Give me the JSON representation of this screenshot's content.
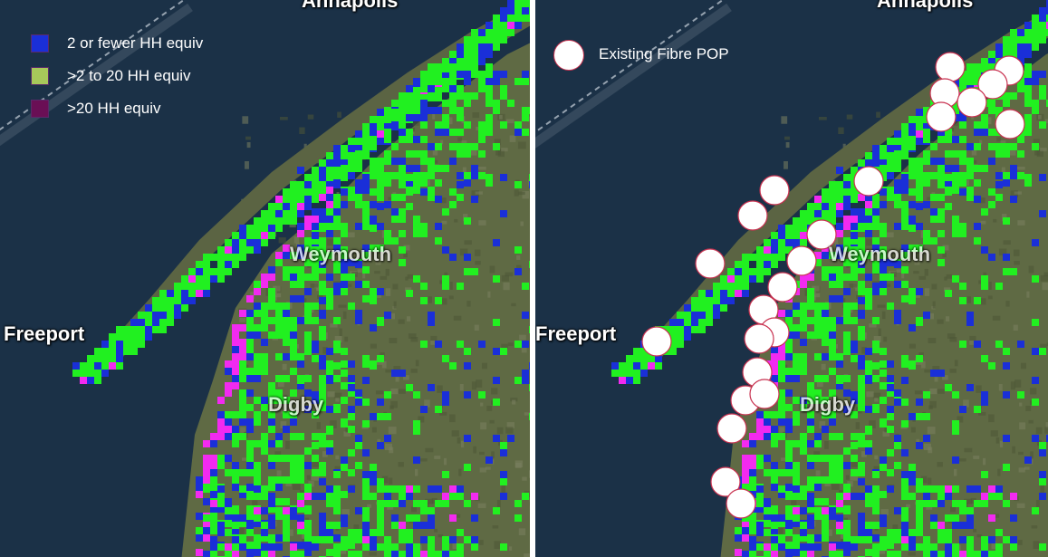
{
  "left_panel": {
    "legend": [
      {
        "label": "2 or fewer HH equiv",
        "color": "#1a2fd8"
      },
      {
        "label": ">2 to 20 HH equiv",
        "color": "#a7c85a"
      },
      {
        "label": ">20 HH equiv",
        "color": "#6a0f55"
      }
    ]
  },
  "right_panel": {
    "legend": {
      "label": "Existing Fibre POP"
    }
  },
  "map": {
    "place_labels": {
      "top": "Annapolis",
      "freeport": "Freeport",
      "weymouth": "Weymouth",
      "digby": "Digby"
    },
    "colors": {
      "water": "#1b3147",
      "land": "#5f6a44",
      "coverage_low": "#1a2fd8",
      "coverage_mid": "#21f020",
      "coverage_high": "#f22af0",
      "pop_fill": "#ffffff",
      "pop_stroke": "#c83250"
    }
  }
}
